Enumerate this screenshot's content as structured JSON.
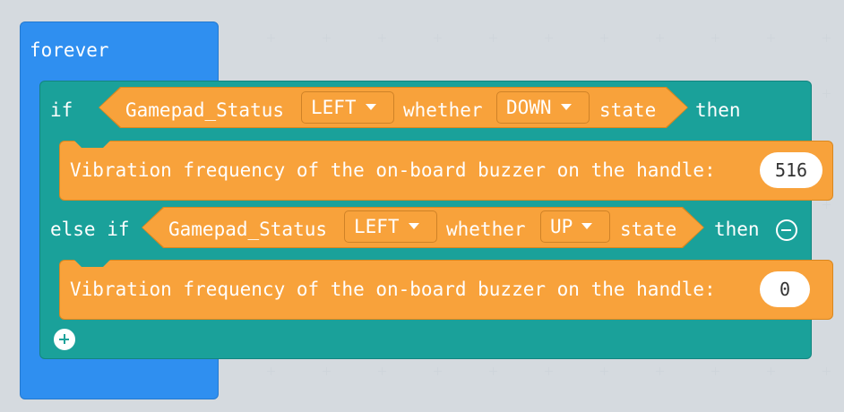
{
  "forever": {
    "label": "forever"
  },
  "if_block": {
    "if_label": "if",
    "then_label": "then",
    "else_if_label": "else if",
    "else_if_then_label": "then",
    "condition1": {
      "name": "Gamepad_Status",
      "key": "LEFT",
      "whether": "whether",
      "state_value": "DOWN",
      "state": "state"
    },
    "statement1": {
      "text": "Vibration frequency of the on-board buzzer on the handle:",
      "value": "516"
    },
    "condition2": {
      "name": "Gamepad_Status",
      "key": "LEFT",
      "whether": "whether",
      "state_value": "UP",
      "state": "state"
    },
    "statement2": {
      "text": "Vibration frequency of the on-board buzzer on the handle:",
      "value": "0"
    }
  },
  "icons": {
    "remove": "minus-circle-icon",
    "add": "plus-circle-icon",
    "dropdown": "caret-down-icon"
  },
  "colors": {
    "background": "#eceff2",
    "forever_block": "#2f8ff0",
    "if_block": "#1aa19a",
    "gamepad_block": "#f8a23b",
    "value_pill": "#ffffff"
  }
}
